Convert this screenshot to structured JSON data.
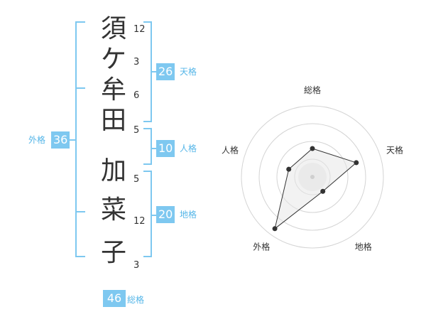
{
  "characters": [
    "須",
    "ケ",
    "牟",
    "田",
    "加",
    "菜",
    "子"
  ],
  "strokes": [
    "12",
    "3",
    "6",
    "5",
    "5",
    "12",
    "3"
  ],
  "tenkaku": {
    "value": "26",
    "label": "天格"
  },
  "jinkaku": {
    "value": "10",
    "label": "人格"
  },
  "chikaku": {
    "value": "20",
    "label": "地格"
  },
  "gaikaku": {
    "value": "36",
    "label": "外格"
  },
  "soukaku": {
    "value": "46",
    "label": "総格"
  },
  "chart_data": {
    "type": "radar",
    "axes": [
      "総格",
      "天格",
      "地格",
      "外格",
      "人格"
    ],
    "values": [
      0.4,
      0.65,
      0.25,
      0.9,
      0.35
    ],
    "rings": 4,
    "colors": {
      "ring": "#d4d4d4",
      "line": "#333333",
      "point": "#333333",
      "fill": "#eeeeee",
      "center": "#cfcfcf"
    }
  }
}
